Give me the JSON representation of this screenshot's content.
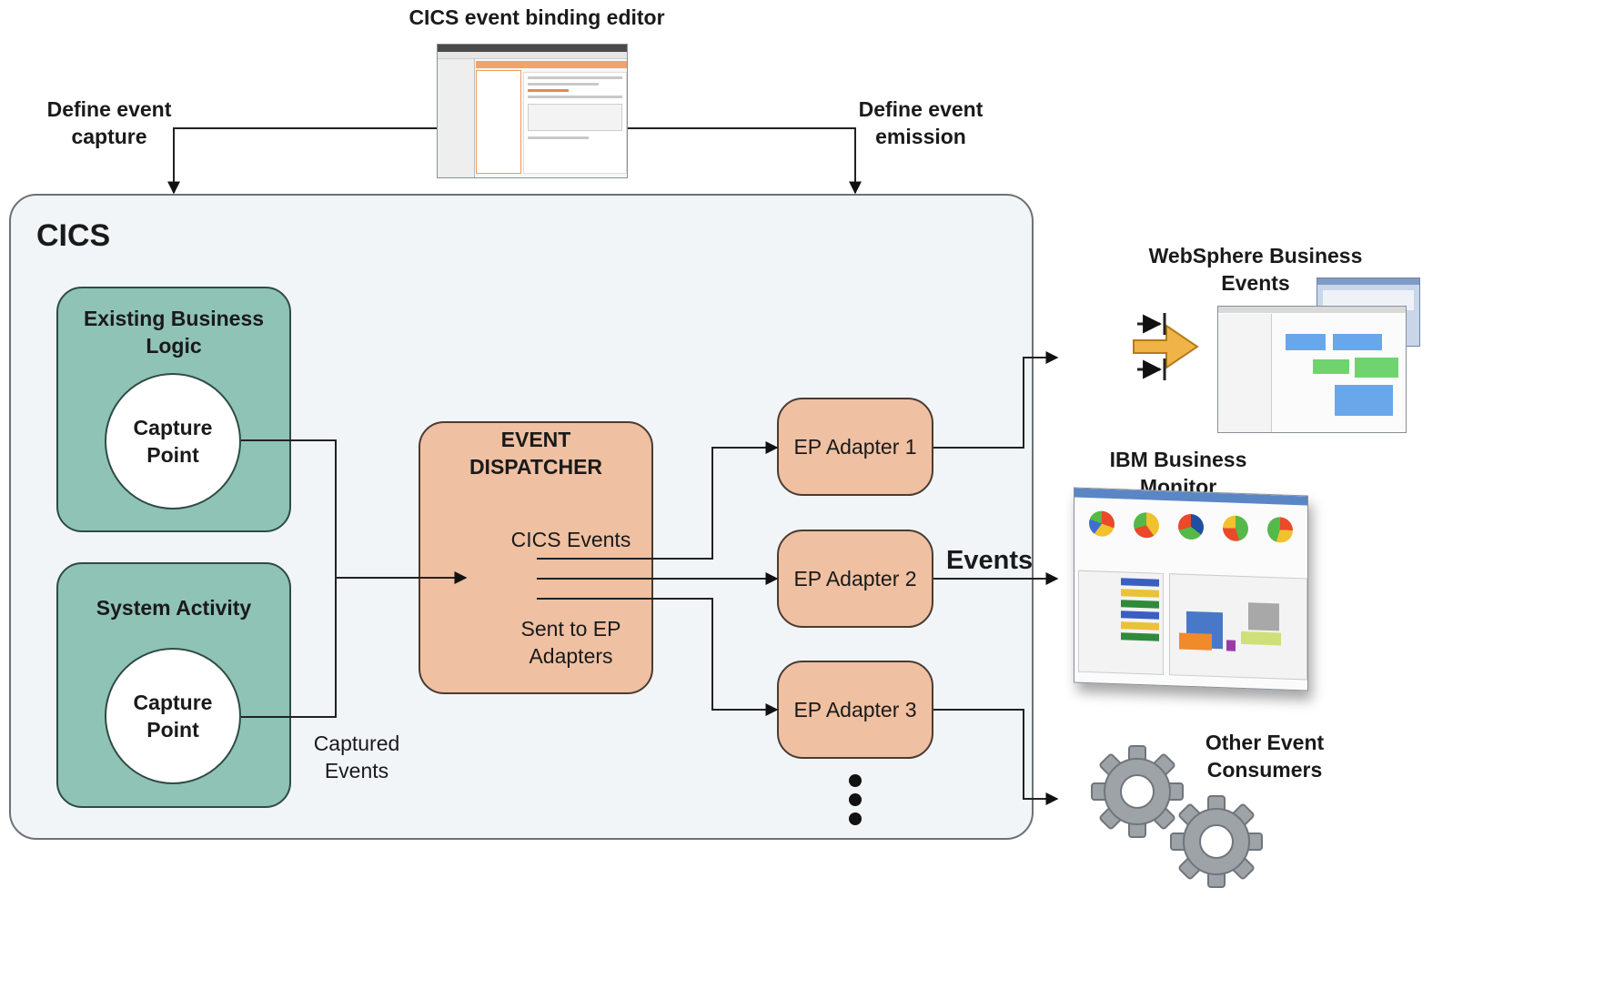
{
  "editor": {
    "title": "CICS event binding editor"
  },
  "flow_labels": {
    "define_capture": "Define event\ncapture",
    "define_emission": "Define event\nemission"
  },
  "cics": {
    "title": "CICS",
    "business_logic": {
      "title": "Existing Business\nLogic",
      "capture_point": "Capture\nPoint"
    },
    "system_activity": {
      "title": "System Activity",
      "capture_point": "Capture\nPoint"
    },
    "captured_events": "Captured\nEvents",
    "dispatcher": {
      "title": "EVENT\nDISPATCHER",
      "cics_events": "CICS Events",
      "sent_to": "Sent to EP\nAdapters"
    },
    "adapters": [
      "EP Adapter 1",
      "EP Adapter 2",
      "EP Adapter 3"
    ]
  },
  "events_label": "Events",
  "consumers": {
    "websphere": "WebSphere Business\nEvents",
    "monitor": "IBM Business\nMonitor",
    "other": "Other Event\nConsumers"
  },
  "colors": {
    "teal": "#8fc3b6",
    "peach": "#efc0a1",
    "frame": "#f1f5f8",
    "gear": "#9ea3a8"
  }
}
